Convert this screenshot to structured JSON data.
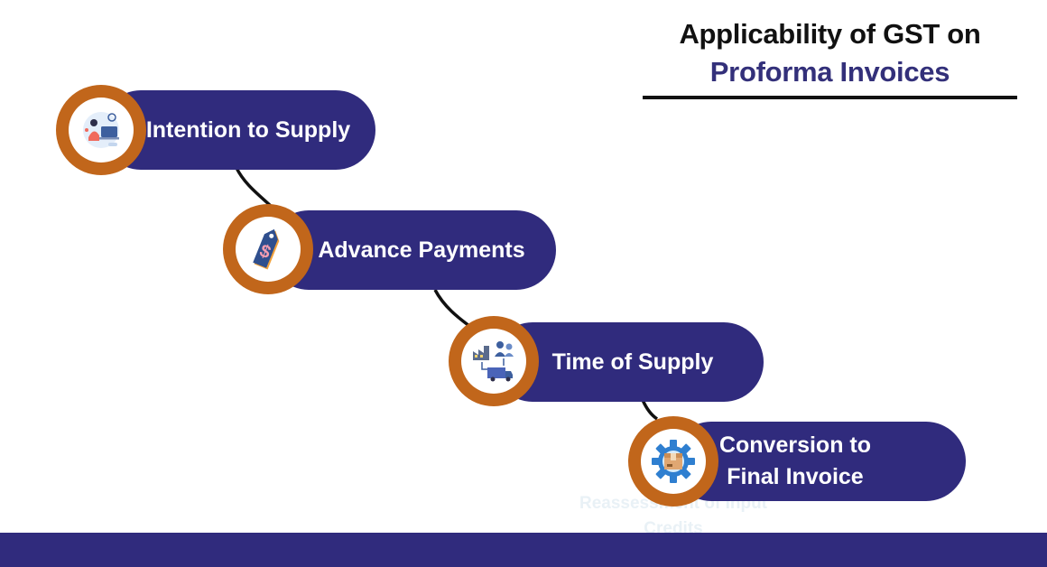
{
  "title": {
    "line1": "Applicability of GST on",
    "line2": "Proforma Invoices"
  },
  "steps": [
    {
      "label": "Intention to Supply",
      "icon": "online-shopping-icon"
    },
    {
      "label": "Advance Payments",
      "icon": "price-tag-dollar-icon"
    },
    {
      "label": "Time of Supply",
      "icon": "supply-chain-icon"
    },
    {
      "label": "Conversion to Final Invoice",
      "icon": "gear-box-icon"
    }
  ],
  "faded_label": "Reassessment of Input Credits",
  "colors": {
    "pill": "#302b7d",
    "badge_ring": "#c1661b",
    "title_accent": "#33307a",
    "footer": "#302b7d"
  }
}
